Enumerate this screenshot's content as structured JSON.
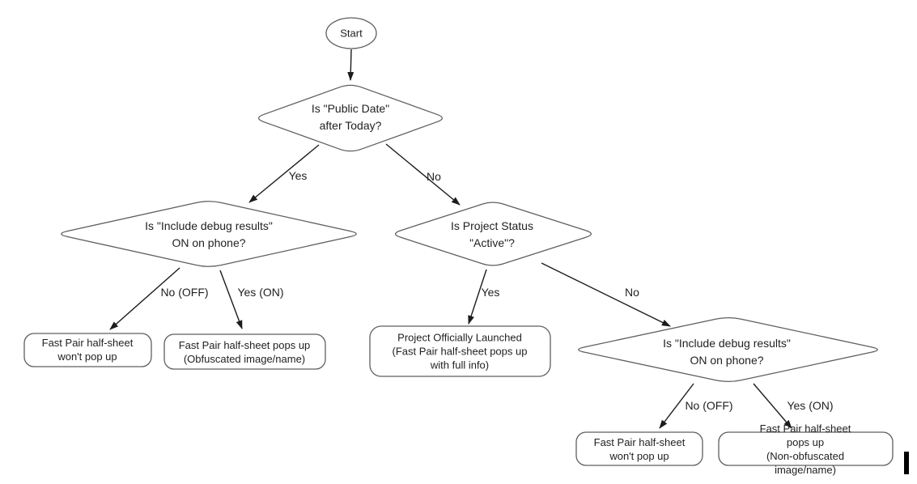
{
  "diagram": {
    "type": "flowchart",
    "colors": {
      "background": "#ffffff",
      "shape_stroke": "#5f5f5f",
      "arrow": "#1c1c1c",
      "text": "#1f1f1f"
    },
    "nodes": {
      "start": {
        "type": "start",
        "label": "Start"
      },
      "public_date": {
        "type": "decision",
        "label": "Is \"Public Date\"\nafter Today?"
      },
      "debug_left": {
        "type": "decision",
        "label": "Is \"Include debug results\"\nON on phone?"
      },
      "project_status": {
        "type": "decision",
        "label": "Is Project Status\n\"Active\"?"
      },
      "debug_right": {
        "type": "decision",
        "label": "Is \"Include debug results\"\nON on phone?"
      },
      "no_popup_left": {
        "type": "terminal",
        "label": "Fast Pair half-sheet\nwon't pop up"
      },
      "obfuscated": {
        "type": "terminal",
        "label": "Fast Pair half-sheet pops up\n(Obfuscated image/name)"
      },
      "launched": {
        "type": "terminal",
        "label": "Project Officially Launched\n(Fast Pair half-sheet pops up\nwith full info)"
      },
      "no_popup_right": {
        "type": "terminal",
        "label": "Fast Pair half-sheet\nwon't pop up"
      },
      "non_obfuscated": {
        "type": "terminal",
        "label": "Fast Pair half-sheet pops up\n(Non-obfuscated image/name)"
      }
    },
    "edges": {
      "public_date_yes": "Yes",
      "public_date_no": "No",
      "debug_left_no": "No (OFF)",
      "debug_left_yes": "Yes (ON)",
      "project_status_yes": "Yes",
      "project_status_no": "No",
      "debug_right_no": "No (OFF)",
      "debug_right_yes": "Yes (ON)"
    }
  }
}
